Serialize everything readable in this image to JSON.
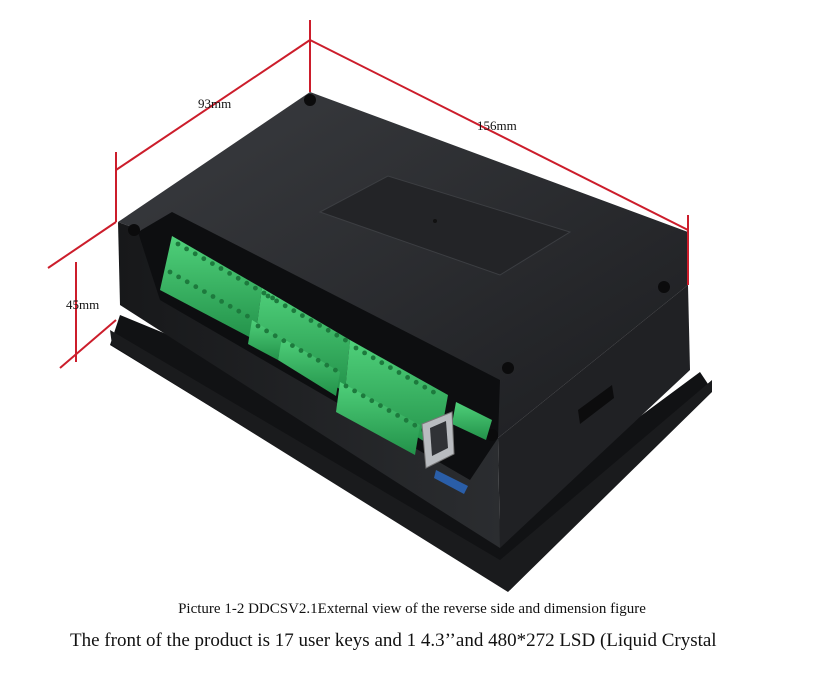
{
  "figure": {
    "dimensions": {
      "depth": "93mm",
      "length": "156mm",
      "height": "45mm"
    },
    "colors": {
      "dimension_line": "#cc1d2b",
      "enclosure": "#26282b",
      "terminal": "#2fb35a"
    }
  },
  "caption": "Picture 1-2 DDCSV2.1External view of the reverse side and dimension figure",
  "body_text": "The front of the product is 17 user keys and 1 4.3’’and 480*272 LSD (Liquid Crystal"
}
